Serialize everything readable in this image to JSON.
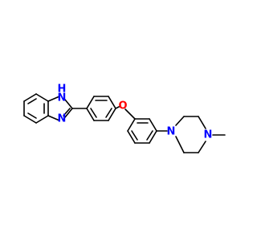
{
  "molecule": {
    "atoms": {
      "nh": "H",
      "n_top": "N",
      "n_bottom": "N",
      "o": "O",
      "n_pip1": "N",
      "n_pip2": "N"
    },
    "colors": {
      "bond": "#000000",
      "nitrogen": "#0000ff",
      "oxygen": "#ff0000"
    }
  }
}
